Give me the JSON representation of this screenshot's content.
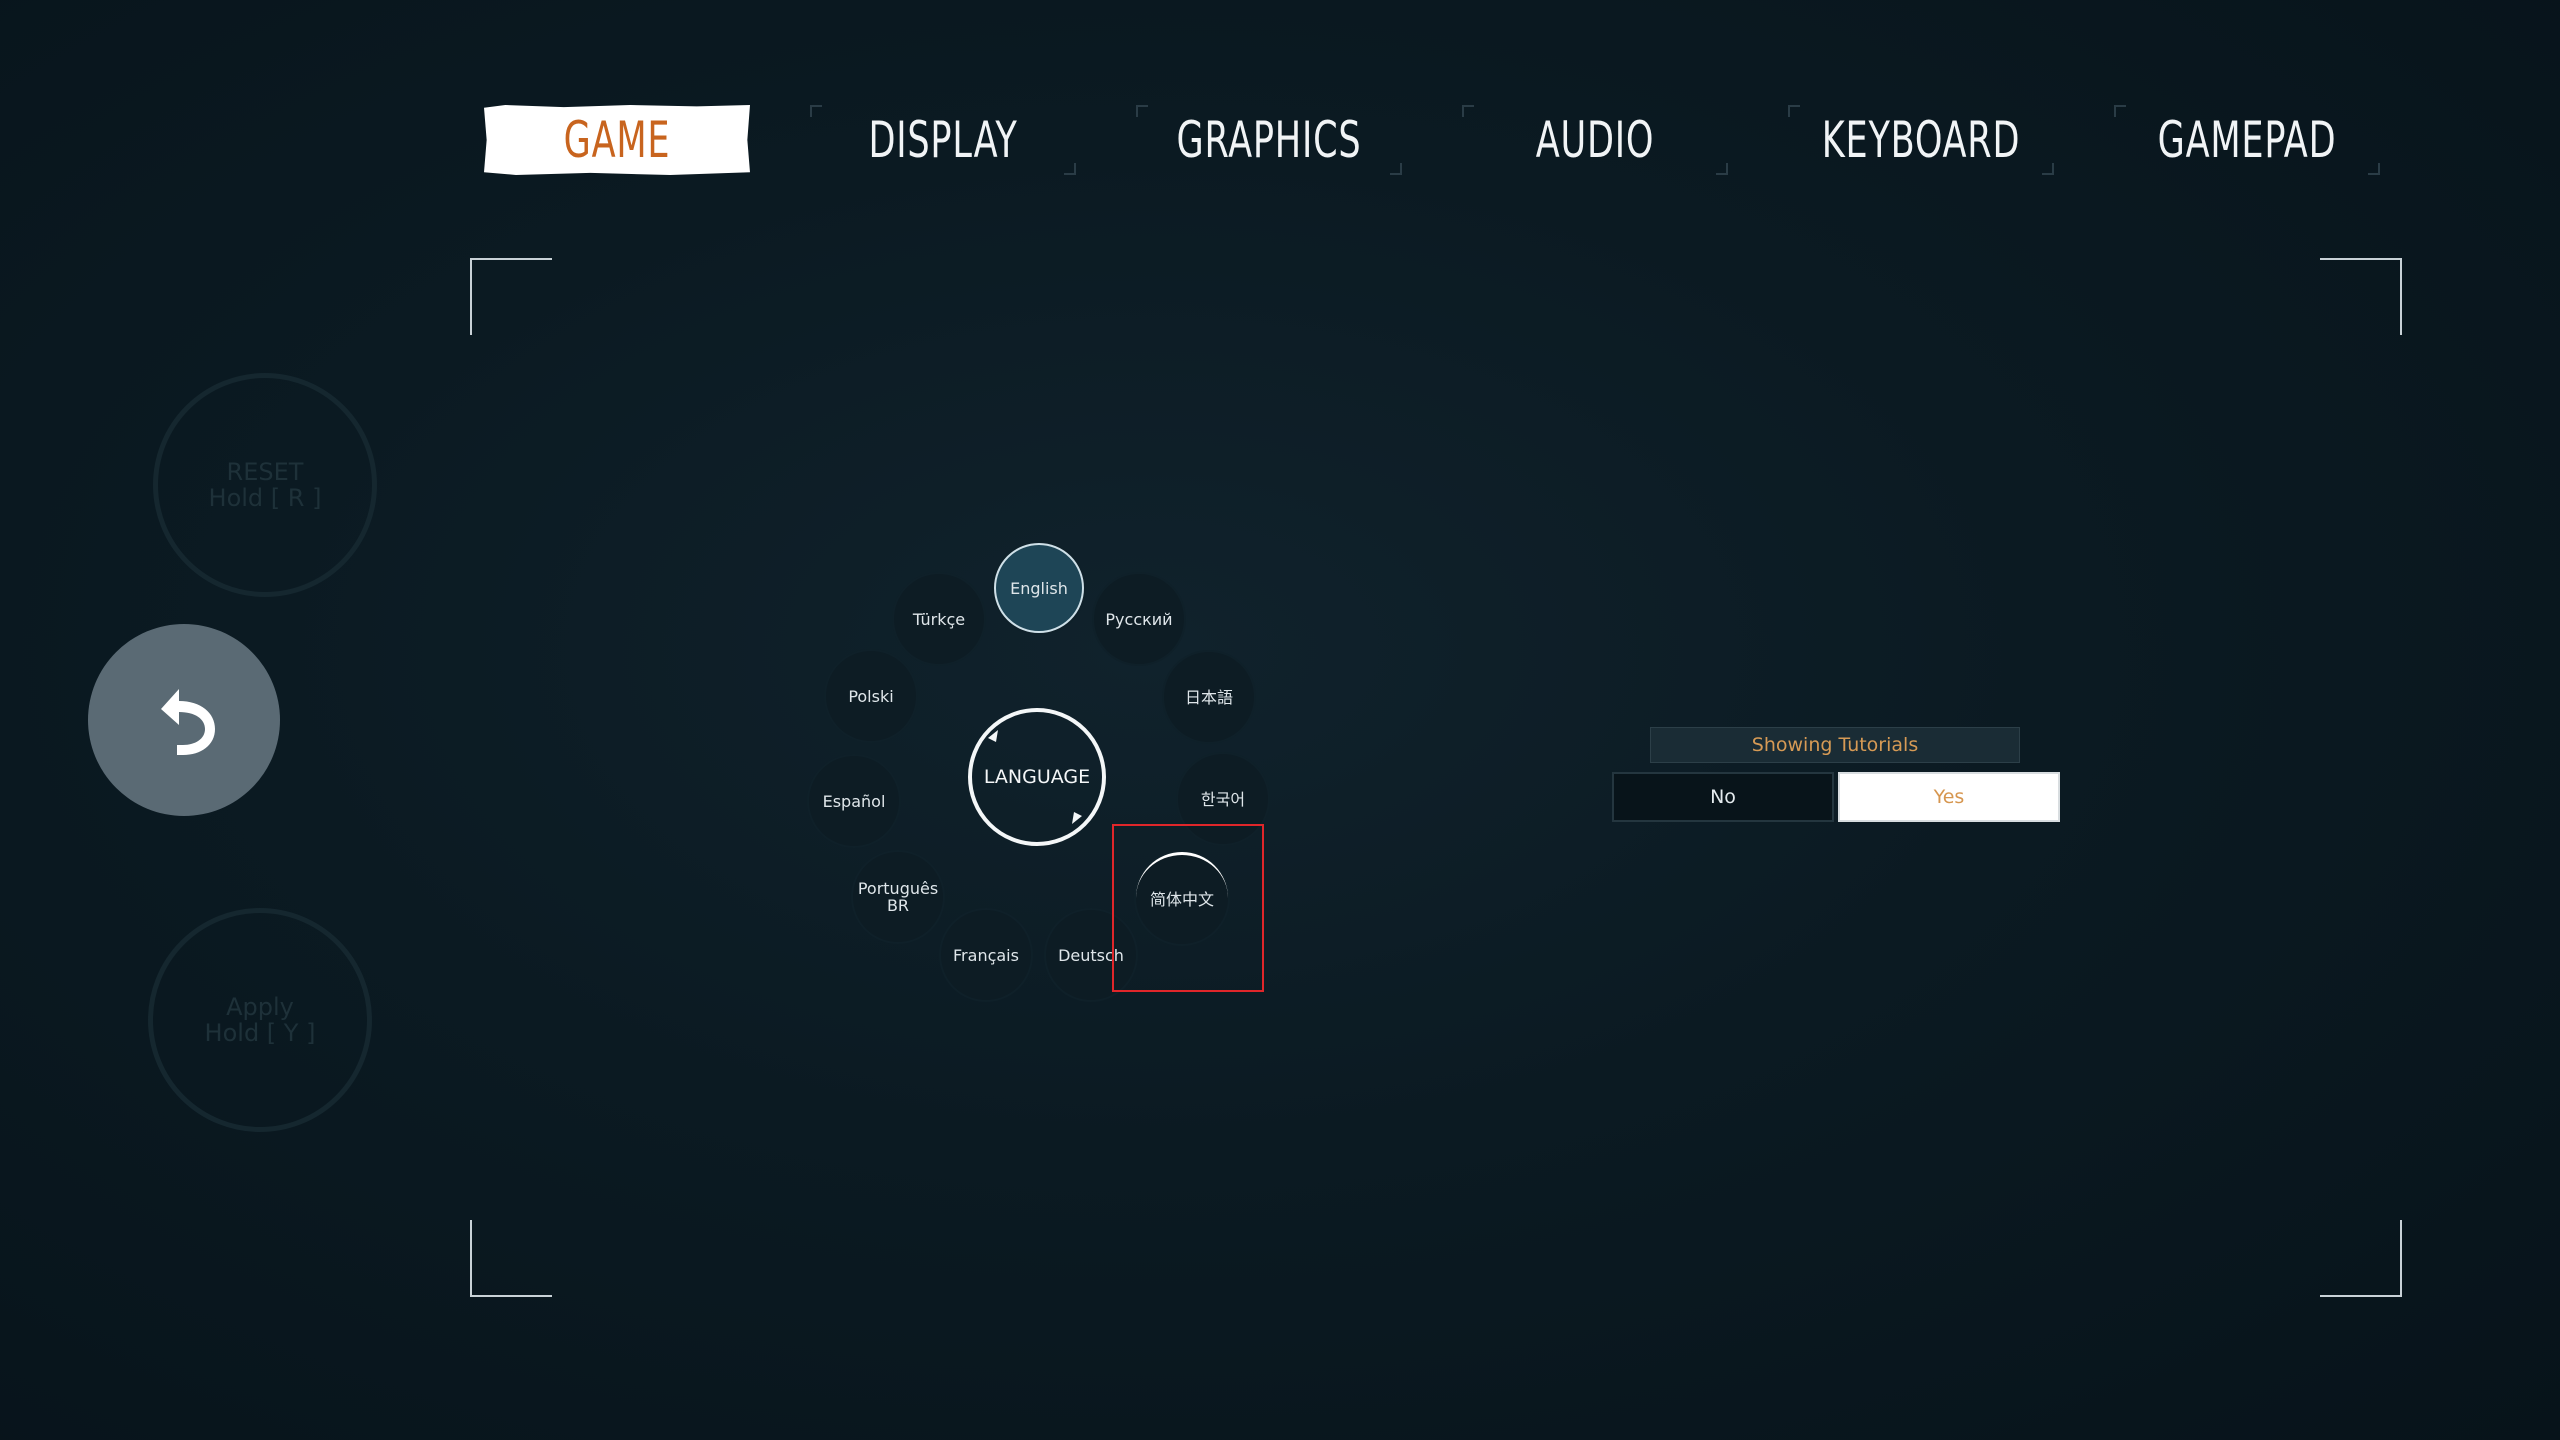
{
  "tabs": [
    {
      "label": "GAME",
      "active": true
    },
    {
      "label": "DISPLAY",
      "active": false
    },
    {
      "label": "GRAPHICS",
      "active": false
    },
    {
      "label": "AUDIO",
      "active": false
    },
    {
      "label": "KEYBOARD",
      "active": false
    },
    {
      "label": "GAMEPAD",
      "active": false
    }
  ],
  "side": {
    "reset_line1": "RESET",
    "reset_line2": "Hold [ R ]",
    "apply_line1": "Apply",
    "apply_line2": "Hold [ Y ]",
    "back_icon": "undo-arrow-icon"
  },
  "language": {
    "center_label": "LANGUAGE",
    "options": {
      "english": "English",
      "russian": "Русский",
      "japanese": "日本語",
      "korean": "한국어",
      "chinese": "简体中文",
      "german": "Deutsch",
      "french": "Français",
      "portuguese_1": "Português",
      "portuguese_2": "BR",
      "spanish": "Español",
      "polish": "Polski",
      "turkish": "Türkçe"
    },
    "selected": "English"
  },
  "tutorials": {
    "label": "Showing Tutorials",
    "no": "No",
    "yes": "Yes",
    "selected": "Yes"
  },
  "colors": {
    "accent_orange": "#c8641e",
    "tutorial_text": "#d69a55",
    "highlight_red": "#e0262a",
    "selected_lang_bg": "#1e4556"
  }
}
